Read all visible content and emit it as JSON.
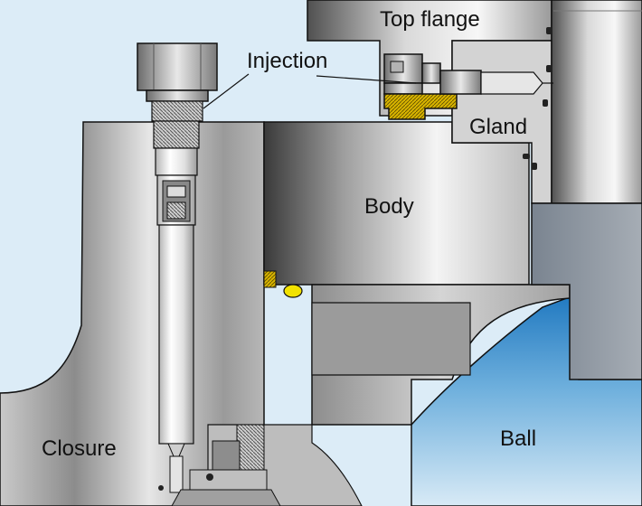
{
  "labels": {
    "top_flange": "Top flange",
    "injection": "Injection",
    "gland": "Gland",
    "body": "Body",
    "closure": "Closure",
    "ball": "Ball"
  },
  "colors": {
    "background": "#dcecf7",
    "metal_dark": "#4a4a4a",
    "metal_mid": "#a9a9a9",
    "metal_light": "#eeeeee",
    "outline": "#111111",
    "ball_top": "#1f78c0",
    "ball_bottom": "#d8eaf6",
    "seal_yellow": "#f2e200",
    "brass": "#c8a000"
  }
}
